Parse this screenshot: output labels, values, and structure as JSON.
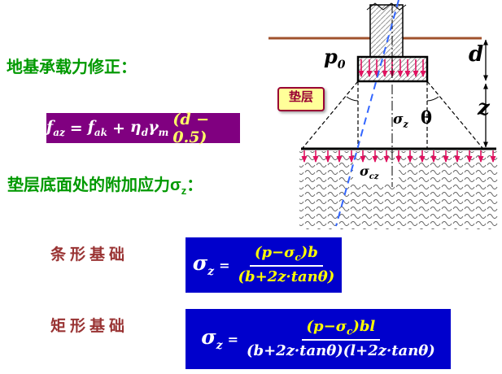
{
  "page": {
    "title1": "地基承载力修正：",
    "title2_prefix": "垫层底面处的附加应力σ",
    "title2_sub": "z",
    "title2_suffix": "："
  },
  "purple_formula": {
    "f1": "f",
    "f1_sub": "az",
    "eq": "=",
    "f2": "f",
    "f2_sub": "ak",
    "plus": "+",
    "eta": "η",
    "eta_sub": "d",
    "gamma": "γ",
    "gamma_sub": "m",
    "tail": "(d − 0.5)"
  },
  "strip_section": {
    "label": "条形基础",
    "formula": {
      "sigma": "σ",
      "sigma_sub": "z",
      "eq": "=",
      "num_a": "(p−σ",
      "num_sub": "c",
      "num_b": ")b",
      "den": "(b+2z·tanθ)"
    }
  },
  "rect_section": {
    "label": "矩形基础",
    "formula": {
      "sigma": "σ",
      "sigma_sub": "z",
      "eq": "=",
      "num_a": "(p−σ",
      "num_sub": "c",
      "num_b": ")bl",
      "den": "(b+2z·tanθ)(l+2z·tanθ)"
    }
  },
  "diagram": {
    "p_base": "p",
    "p_sub": "0",
    "d": "d",
    "cushion": "垫层",
    "sigma_z": "σ",
    "sigma_z_sub": "z",
    "theta": "θ",
    "z": "z",
    "sigma_cz": "σ",
    "sigma_cz_sub": "cz"
  },
  "colors": {
    "title_green": "#009900",
    "purple_bg": "#800080",
    "blue_bg": "#0000cc",
    "maroon_label": "#993333",
    "cushion_bg": "#ffff99",
    "cushion_border": "#990033",
    "arrow_red": "#e0115f",
    "ground_brown": "#a0522d",
    "dashed_blue": "#3366ff",
    "formula_yellow": "#ffff00",
    "formula_white": "#ffffff"
  }
}
